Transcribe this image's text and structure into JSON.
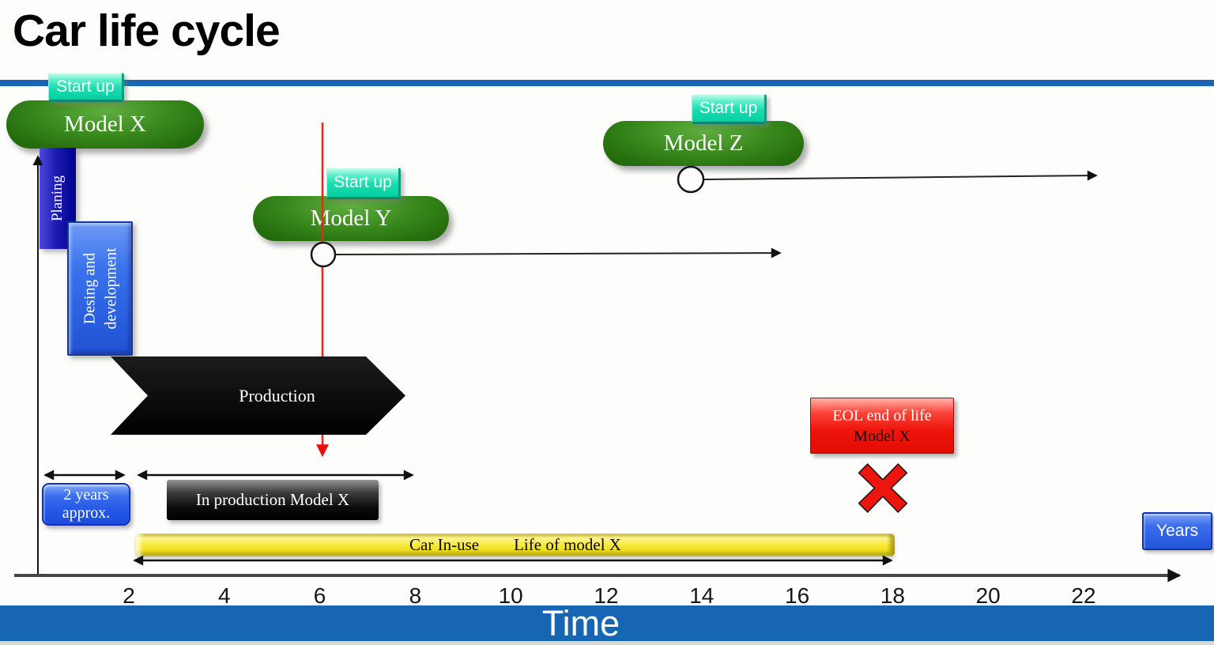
{
  "title": "Car life cycle",
  "colors": {
    "header_bar": "#1766b3",
    "footer_bar": "#1766b3",
    "model_green": "#2f7d15",
    "startup_teal": "#12d7a9",
    "planning_navy": "#00008c",
    "bright_blue": "#2e63e8",
    "production_black": "#000000",
    "in_use_yellow": "#f2e31c",
    "eol_red": "#ee1511",
    "marker_red": "#e81109",
    "axis_gray": "#474747"
  },
  "models": {
    "x": {
      "label": "Model X",
      "startup": "Start up"
    },
    "y": {
      "label": "Model Y",
      "startup": "Start up"
    },
    "z": {
      "label": "Model Z",
      "startup": "Start up"
    }
  },
  "phases": {
    "planning": "Planing",
    "design_line1": "Desing and",
    "design_line2": "development",
    "production": "Production"
  },
  "annotations": {
    "duration_line1": "2 years",
    "duration_line2": "approx.",
    "in_production": "In production Model X",
    "car_in_use": "Car In-use",
    "life_of_model": "Life of model X",
    "eol_line1": "EOL end of life",
    "eol_line2": "Model X"
  },
  "axis": {
    "unit_label": "Years",
    "axis_label": "Time",
    "ticks": [
      "2",
      "4",
      "6",
      "8",
      "10",
      "12",
      "14",
      "16",
      "18",
      "20",
      "22"
    ]
  }
}
